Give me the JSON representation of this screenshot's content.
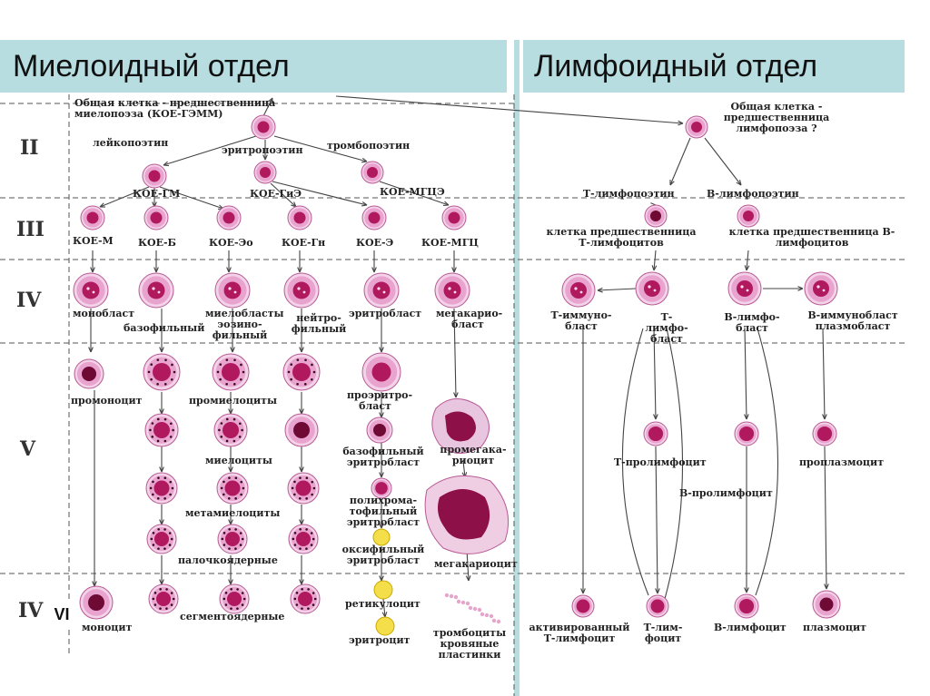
{
  "headers": {
    "left": "Миелоидный отдел",
    "right": "Лимфоидный отдел"
  },
  "rows": {
    "r2": "II",
    "r3": "III",
    "r4": "IV",
    "r5": "V",
    "r6": "IV",
    "r6_overlay": "VI"
  },
  "myeloid": {
    "stem": "Общая клетка - предшественница миелопоэза (КОЕ-ГЭММ)",
    "leukopoietin": "лейкопоэтин",
    "erythropoietin": "эритропоэтин",
    "thrombopoietin": "тромбопоэтин",
    "koe_gm": "КОЕ-ГМ",
    "koe_gie": "КОЕ-ГиЭ",
    "koe_mgce": "КОЕ-МГЦЭ",
    "koe_m": "КОЕ-М",
    "koe_b": "КОЕ-Б",
    "koe_eo": "КОЕ-Эо",
    "koe_gn": "КОЕ-Гн",
    "koe_e": "КОЕ-Э",
    "koe_mgc": "КОЕ-МГЦ",
    "monoblast": "монобласт",
    "basophilic": "базофильный",
    "myeloblasts_eos": "миелобласты эозино-фильный",
    "neutrophilic": "нейтро-фильный",
    "erythroblast": "эритробласт",
    "megakaryoblast": "мегакарио-бласт",
    "promonocyte": "промоноцит",
    "promyelocytes": "промиелоциты",
    "proerythroblast": "проэритро-бласт",
    "myelocytes": "миелоциты",
    "baso_erythroblast": "базофильный эритробласт",
    "promegakaryocyte": "промегака-риоцит",
    "metamyelocytes": "метамиелоциты",
    "polychrom": "полихрома-тофильный эритробласт",
    "band": "палочкоядерные",
    "oxyphil": "оксифильный эритробласт",
    "megakaryocyte": "мегакариоцит",
    "monocyte": "моноцит",
    "segmented": "сегментоядерные",
    "reticulocyte": "ретикулоцит",
    "erythrocyte": "эритроцит",
    "platelets": "тромбоциты кровяные пластинки"
  },
  "lymphoid": {
    "stem": "Общая клетка - предшественница лимфопоэза ?",
    "t_lymphopoietin": "Т-лимфопоэтин",
    "b_lymphopoietin": "В-лимфопоэтин",
    "t_precursor": "клетка предшественница Т-лимфоцитов",
    "b_precursor": "клетка предшественница В-лимфоцитов",
    "t_immunoblast": "Т-иммуно-бласт",
    "t_lymphoblast": "Т-лимфо-бласт",
    "b_lymphoblast": "В-лимфо-бласт",
    "b_immunoblast": "В-иммунобласт плазмобласт",
    "t_prolymphocyte": "Т-пролимфоцит",
    "b_prolymphocyte": "В-пролимфоцит",
    "proplasmocyte": "проплазмоцит",
    "activated_t": "активированный Т-лимфоцит",
    "t_lymphocyte": "Т-лим-фоцит",
    "b_lymphocyte": "В-лимфоцит",
    "plasmocyte": "плазмоцит"
  },
  "colors": {
    "header_bg": "#b7dde1",
    "cell_body": "#e9a3cf",
    "nucleus": "#b0195e",
    "nucleus_dark": "#6e0a34",
    "erythrocyte": "#f4de4a"
  }
}
